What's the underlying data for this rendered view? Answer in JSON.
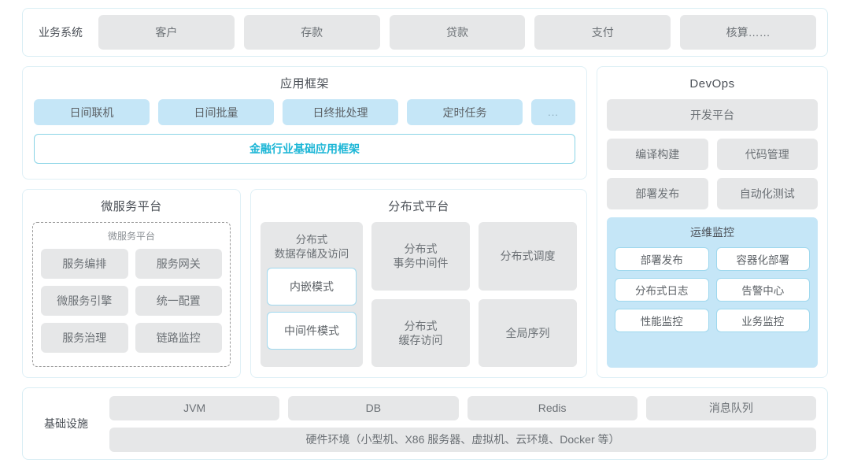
{
  "business_row": {
    "label": "业务系统",
    "items": [
      "客户",
      "存款",
      "贷款",
      "支付",
      "核算……"
    ]
  },
  "app_framework": {
    "title": "应用框架",
    "buttons": [
      "日间联机",
      "日间批量",
      "日终批处理",
      "定时任务"
    ],
    "ellipsis": "...",
    "wide_label": "金融行业基础应用框架"
  },
  "microservice_platform": {
    "title": "微服务平台",
    "inner_title": "微服务平台",
    "items": [
      "服务编排",
      "服务网关",
      "微服务引擎",
      "统一配置",
      "服务治理",
      "链路监控"
    ]
  },
  "distributed_platform": {
    "title": "分布式平台",
    "col1": {
      "title": "分布式\n数据存储及访问",
      "title_line1": "分布式",
      "title_line2": "数据存储及访问",
      "modes": [
        "内嵌模式",
        "中间件模式"
      ]
    },
    "col2": {
      "top_line1": "分布式",
      "top_line2": "事务中间件",
      "bottom_line1": "分布式",
      "bottom_line2": "缓存访问"
    },
    "col3": {
      "top": "分布式调度",
      "bottom": "全局序列"
    }
  },
  "devops": {
    "title": "DevOps",
    "platform": "开发平台",
    "pairs": [
      "编译构建",
      "代码管理",
      "部署发布",
      "自动化测试"
    ],
    "ops": {
      "title": "运维监控",
      "items": [
        "部署发布",
        "容器化部署",
        "分布式日志",
        "告警中心",
        "性能监控",
        "业务监控"
      ]
    }
  },
  "infrastructure": {
    "label": "基础设施",
    "items": [
      "JVM",
      "DB",
      "Redis",
      "消息队列"
    ],
    "hardware": "硬件环境（小型机、X86 服务器、虚拟机、云环境、Docker 等）"
  },
  "colors": {
    "accent_cyan": "#1cb6d6",
    "chip_blue": "#c5e6f7",
    "chip_gray": "#e6e7e8",
    "panel_border": "#dff0f6",
    "text_dark": "#4a4f56",
    "text_gray": "#6b7075"
  }
}
